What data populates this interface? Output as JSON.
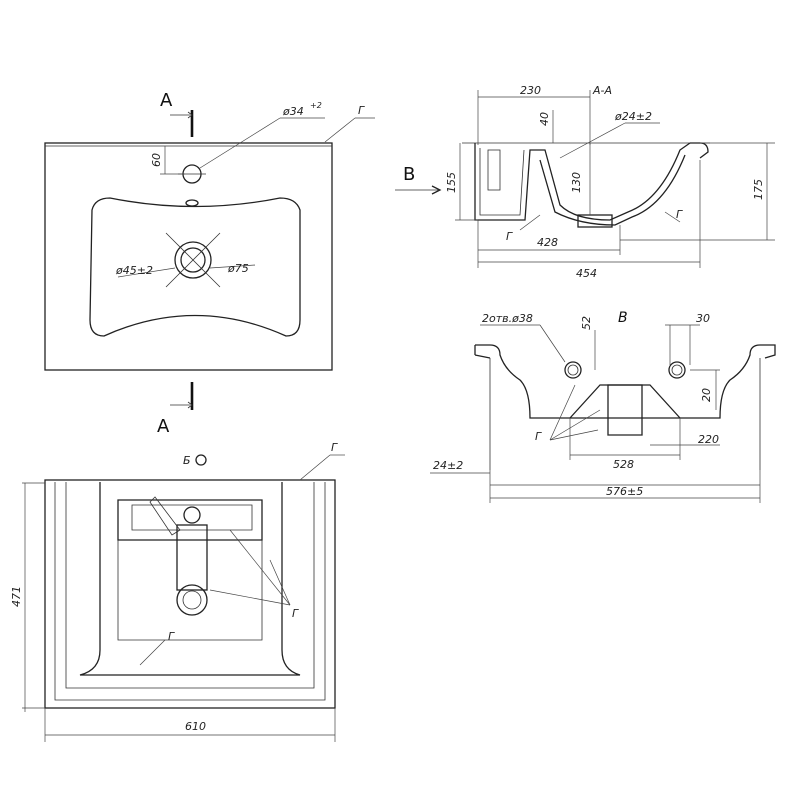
{
  "views": {
    "top": {
      "label_A_top": "A",
      "label_A_bottom": "A",
      "label_G": "Г",
      "dim_hole_depth": "60",
      "dim_tap_hole": "ø34",
      "dim_tap_hole_tol": "+2",
      "dim_drain": "ø45±2",
      "dim_drain_outer": "ø75"
    },
    "section": {
      "title": "А-А",
      "label_B": "В",
      "dim_230": "230",
      "dim_40": "40",
      "dim_overflow": "ø24±2",
      "dim_130": "130",
      "dim_155": "155",
      "dim_175": "175",
      "dim_428": "428",
      "dim_454": "454",
      "label_G1": "Г",
      "label_G2": "Г"
    },
    "side": {
      "title": "В",
      "dim_holes": "2отв.ø38",
      "dim_52": "52",
      "dim_30": "30",
      "dim_20": "20",
      "dim_220": "220",
      "dim_528": "528",
      "dim_24": "24±2",
      "dim_576": "576±5",
      "label_G": "Г"
    },
    "bottom": {
      "view_label": "Б",
      "label_G1": "Г",
      "label_G2": "Г",
      "label_G3": "Г",
      "dim_471": "471",
      "dim_610": "610"
    }
  }
}
